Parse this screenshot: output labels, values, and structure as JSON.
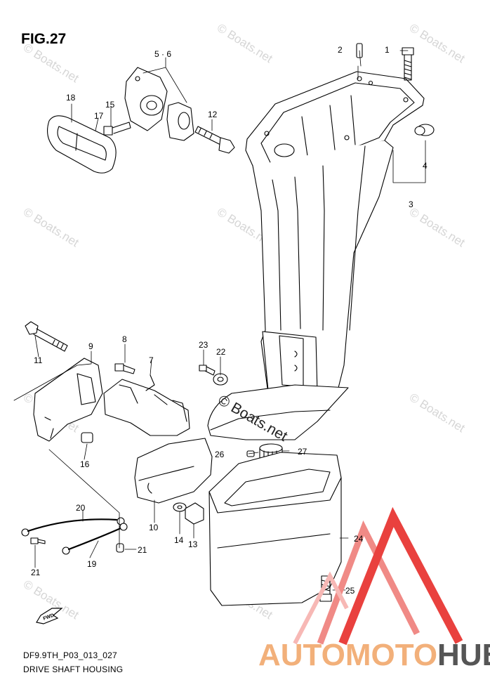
{
  "figure": {
    "title": "FIG.27",
    "diagram_code": "DF9.9TH_P03_013_027",
    "diagram_name": "DRIVE SHAFT HOUSING"
  },
  "watermark": {
    "text": "© Boats.net"
  },
  "logo": {
    "word_part1": "AUTOMOTO",
    "word_part2": "HUB",
    "accent_color": "#e9413e",
    "text_color_light": "#f2b07a",
    "text_color_dark": "#555555"
  },
  "callouts": [
    {
      "id": "c-1",
      "label": "1"
    },
    {
      "id": "c-2",
      "label": "2"
    },
    {
      "id": "c-3",
      "label": "3"
    },
    {
      "id": "c-4",
      "label": "4"
    },
    {
      "id": "c-5-6",
      "label": "5 · 6"
    },
    {
      "id": "c-7",
      "label": "7"
    },
    {
      "id": "c-8",
      "label": "8"
    },
    {
      "id": "c-9",
      "label": "9"
    },
    {
      "id": "c-10",
      "label": "10"
    },
    {
      "id": "c-11",
      "label": "11"
    },
    {
      "id": "c-12",
      "label": "12"
    },
    {
      "id": "c-13",
      "label": "13"
    },
    {
      "id": "c-14",
      "label": "14"
    },
    {
      "id": "c-15",
      "label": "15"
    },
    {
      "id": "c-16",
      "label": "16"
    },
    {
      "id": "c-17",
      "label": "17"
    },
    {
      "id": "c-18",
      "label": "18"
    },
    {
      "id": "c-19",
      "label": "19"
    },
    {
      "id": "c-20",
      "label": "20"
    },
    {
      "id": "c-21a",
      "label": "21"
    },
    {
      "id": "c-21b",
      "label": "21"
    },
    {
      "id": "c-22",
      "label": "22"
    },
    {
      "id": "c-23",
      "label": "23"
    },
    {
      "id": "c-24",
      "label": "24"
    },
    {
      "id": "c-25",
      "label": "25"
    },
    {
      "id": "c-26",
      "label": "26"
    },
    {
      "id": "c-27",
      "label": "27"
    }
  ],
  "fwd_icon": {
    "label": "FWD"
  }
}
